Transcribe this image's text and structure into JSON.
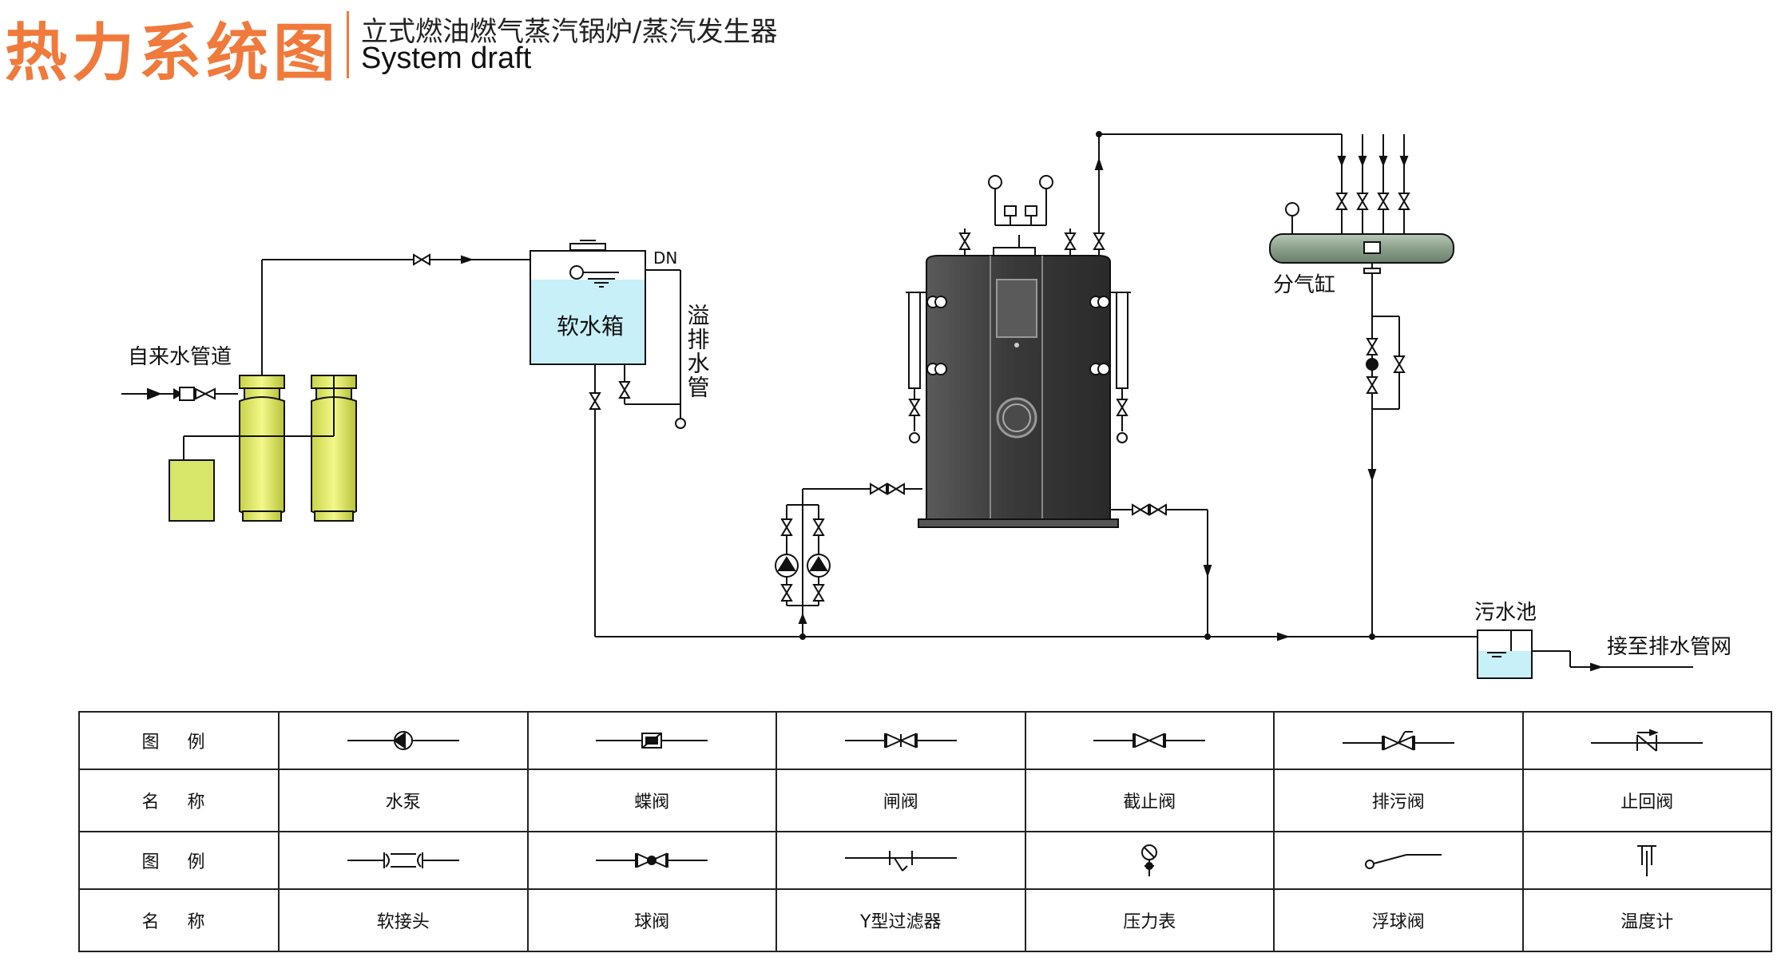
{
  "header": {
    "title": "热力系统图",
    "subtitle_cn": "立式燃油燃气蒸汽锅炉/蒸汽发生器",
    "subtitle_en": "System draft"
  },
  "diagram": {
    "labels": {
      "tap_water_pipe": "自来水管道",
      "soft_water_tank": "软水箱",
      "dn": "DN",
      "overflow_drain_pipe": "溢排水管",
      "steam_header": "分气缸",
      "sewage_pool": "污水池",
      "to_drain_network": "接至排水管网"
    }
  },
  "legend": {
    "header_symbol": "图 例",
    "header_name": "名 称",
    "row1": [
      {
        "icon": "water-pump-icon",
        "name": "水泵"
      },
      {
        "icon": "butterfly-valve-icon",
        "name": "蝶阀"
      },
      {
        "icon": "gate-valve-icon",
        "name": "闸阀"
      },
      {
        "icon": "globe-valve-icon",
        "name": "截止阀"
      },
      {
        "icon": "blowdown-valve-icon",
        "name": "排污阀"
      },
      {
        "icon": "check-valve-icon",
        "name": "止回阀"
      }
    ],
    "row2": [
      {
        "icon": "flexible-joint-icon",
        "name": "软接头"
      },
      {
        "icon": "ball-valve-icon",
        "name": "球阀"
      },
      {
        "icon": "y-strainer-icon",
        "name": "Y型过滤器"
      },
      {
        "icon": "pressure-gauge-icon",
        "name": "压力表"
      },
      {
        "icon": "float-valve-icon",
        "name": "浮球阀"
      },
      {
        "icon": "thermometer-icon",
        "name": "温度计"
      }
    ]
  },
  "colors": {
    "title": "#f07a3c",
    "softener": "#e6ef6a",
    "brine_tank": "#d8e66a",
    "tank_water": "#c8f0f8",
    "boiler": "#4a4a4a",
    "header_vessel": "#8aa08a"
  }
}
